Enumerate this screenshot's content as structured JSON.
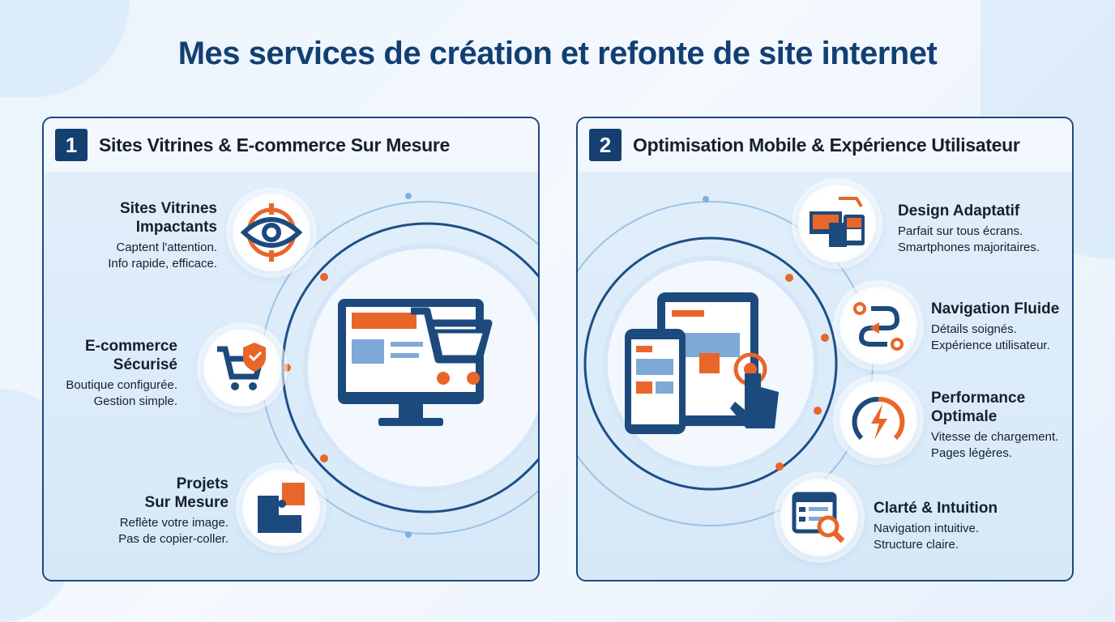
{
  "title": "Mes services de création et refonte de site internet",
  "colors": {
    "navy": "#153f6f",
    "orange": "#e8662a",
    "background": "#eaf3fc"
  },
  "panels": [
    {
      "number": "1",
      "heading": "Sites Vitrines & E-commerce Sur Mesure",
      "center_icon": "monitor-cart-icon",
      "features": [
        {
          "title_line1": "Sites Vitrines",
          "title_line2": "Impactants",
          "desc_line1": "Captent l'attention.",
          "desc_line2": "Info rapide, efficace.",
          "icon": "eye-target-icon"
        },
        {
          "title_line1": "E-commerce",
          "title_line2": "Sécurisé",
          "desc_line1": "Boutique configurée.",
          "desc_line2": "Gestion simple.",
          "icon": "cart-shield-icon"
        },
        {
          "title_line1": "Projets",
          "title_line2": "Sur Mesure",
          "desc_line1": "Reflète votre image.",
          "desc_line2": "Pas de copier-coller.",
          "icon": "puzzle-icon"
        }
      ]
    },
    {
      "number": "2",
      "heading": "Optimisation Mobile & Expérience Utilisateur",
      "center_icon": "phone-tablet-touch-icon",
      "features": [
        {
          "title_line1": "Design Adaptatif",
          "title_line2": "",
          "desc_line1": "Parfait sur tous écrans.",
          "desc_line2": "Smartphones majoritaires.",
          "icon": "responsive-devices-icon"
        },
        {
          "title_line1": "Navigation Fluide",
          "title_line2": "",
          "desc_line1": "Détails soignés.",
          "desc_line2": "Expérience utilisateur.",
          "icon": "flow-arrows-icon"
        },
        {
          "title_line1": "Performance",
          "title_line2": "Optimale",
          "desc_line1": "Vitesse de chargement.",
          "desc_line2": "Pages légères.",
          "icon": "speedometer-bolt-icon"
        },
        {
          "title_line1": "Clarté & Intuition",
          "title_line2": "",
          "desc_line1": "Navigation intuitive.",
          "desc_line2": "Structure claire.",
          "icon": "window-search-icon"
        }
      ]
    }
  ]
}
